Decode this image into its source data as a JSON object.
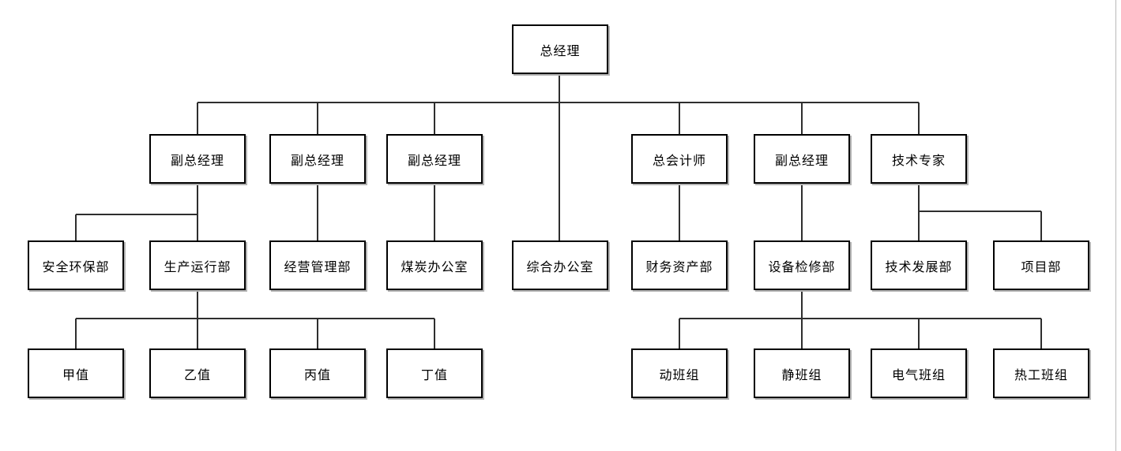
{
  "diagram": {
    "type": "organization-chart",
    "background_color": "#ffffff",
    "box_fill_color": "#ffffff",
    "box_border_color": "#000000",
    "box_shadow_color": "#b4b4b4",
    "connector_color": "#2e2e2e",
    "text_color": "#000000",
    "canvas_edge_color": "#b9b9b9"
  },
  "nodes": [
    {
      "id": "gm",
      "label": "总经理",
      "parent": null
    },
    {
      "id": "dgm1",
      "label": "副总经理",
      "parent": "gm"
    },
    {
      "id": "dgm2",
      "label": "副总经理",
      "parent": "gm"
    },
    {
      "id": "dgm3",
      "label": "副总经理",
      "parent": "gm"
    },
    {
      "id": "chief-acct",
      "label": "总会计师",
      "parent": "gm"
    },
    {
      "id": "dgm4",
      "label": "副总经理",
      "parent": "gm"
    },
    {
      "id": "tech-expert",
      "label": "技术专家",
      "parent": "gm"
    },
    {
      "id": "safety-env",
      "label": "安全环保部",
      "parent": "dgm1"
    },
    {
      "id": "production-op",
      "label": "生产运行部",
      "parent": "dgm1"
    },
    {
      "id": "business-mgmt",
      "label": "经营管理部",
      "parent": "dgm2"
    },
    {
      "id": "coal-office",
      "label": "煤炭办公室",
      "parent": "dgm3"
    },
    {
      "id": "general-office",
      "label": "综合办公室",
      "parent": "gm"
    },
    {
      "id": "finance-assets",
      "label": "财务资产部",
      "parent": "chief-acct"
    },
    {
      "id": "equip-maint",
      "label": "设备检修部",
      "parent": "dgm4"
    },
    {
      "id": "tech-dev",
      "label": "技术发展部",
      "parent": "tech-expert"
    },
    {
      "id": "project-dept",
      "label": "项目部",
      "parent": "tech-expert"
    },
    {
      "id": "shift-a",
      "label": "甲值",
      "parent": "production-op"
    },
    {
      "id": "shift-b",
      "label": "乙值",
      "parent": "production-op"
    },
    {
      "id": "shift-c",
      "label": "丙值",
      "parent": "production-op"
    },
    {
      "id": "shift-d",
      "label": "丁值",
      "parent": "production-op"
    },
    {
      "id": "dynamic-team",
      "label": "动班组",
      "parent": "equip-maint"
    },
    {
      "id": "static-team",
      "label": "静班组",
      "parent": "equip-maint"
    },
    {
      "id": "electrical-team",
      "label": "电气班组",
      "parent": "equip-maint"
    },
    {
      "id": "thermal-team",
      "label": "热工班组",
      "parent": "equip-maint"
    }
  ]
}
